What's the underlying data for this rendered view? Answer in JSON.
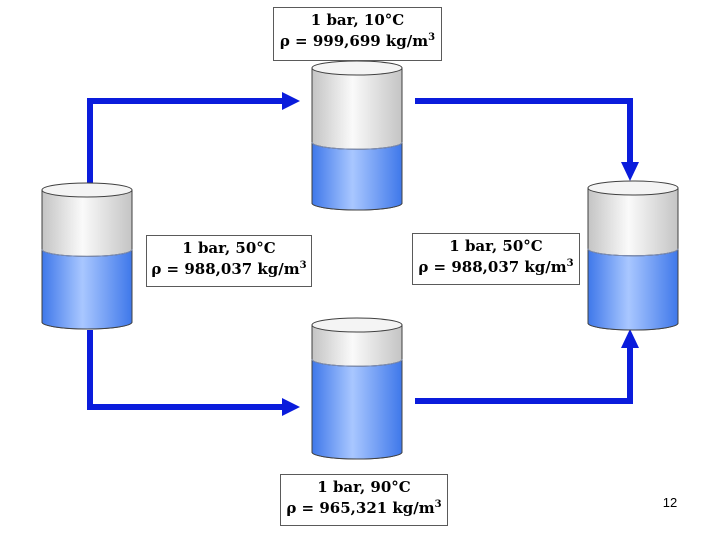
{
  "states": {
    "top": {
      "line1": "1 bar, 10°C",
      "rho": "ρ = 999,699 kg/m",
      "unit_exp": "3"
    },
    "left": {
      "line1": "1 bar, 50°C",
      "rho": "ρ = 988,037 kg/m",
      "unit_exp": "3"
    },
    "right": {
      "line1": "1 bar, 50°C",
      "rho": "ρ = 988,037 kg/m",
      "unit_exp": "3"
    },
    "bottom": {
      "line1": "1 bar, 90°C",
      "rho": "ρ = 965,321 kg/m",
      "unit_exp": "3"
    }
  },
  "containers": {
    "left": {
      "fill_fraction": 0.55
    },
    "top": {
      "fill_fraction": 0.45
    },
    "right": {
      "fill_fraction": 0.55
    },
    "bottom": {
      "fill_fraction": 0.73
    }
  },
  "page_number": "12",
  "colors": {
    "arrow": "#0a1cdc",
    "water_light": "#a9c7ff",
    "water_dark": "#3f78ea",
    "cylinder_light": "#fafafa",
    "cylinder_dark": "#c4c4c4",
    "outline": "#404040"
  }
}
